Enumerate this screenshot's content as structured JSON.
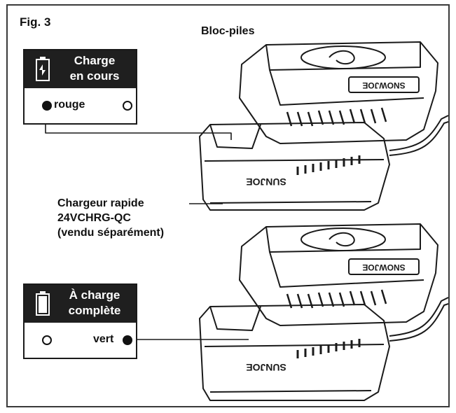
{
  "figure": {
    "label": "Fig. 3",
    "battery_pack_label": "Bloc-piles",
    "charger_label_lines": [
      "Chargeur rapide",
      "24VCHRG-QC",
      "(vendu séparément)"
    ],
    "battery_brand": "SNOWJOE",
    "charger_brand": "SUNJOE"
  },
  "legend_charging": {
    "title_lines": [
      "Charge",
      "en cours"
    ],
    "icon": "battery-charging-icon",
    "indicator_label": "rouge",
    "indicator_color": "#d32f2f"
  },
  "legend_full": {
    "title_lines": [
      "À charge",
      "complète"
    ],
    "icon": "battery-full-icon",
    "indicator_label": "vert",
    "indicator_color": "#2e7d32"
  }
}
